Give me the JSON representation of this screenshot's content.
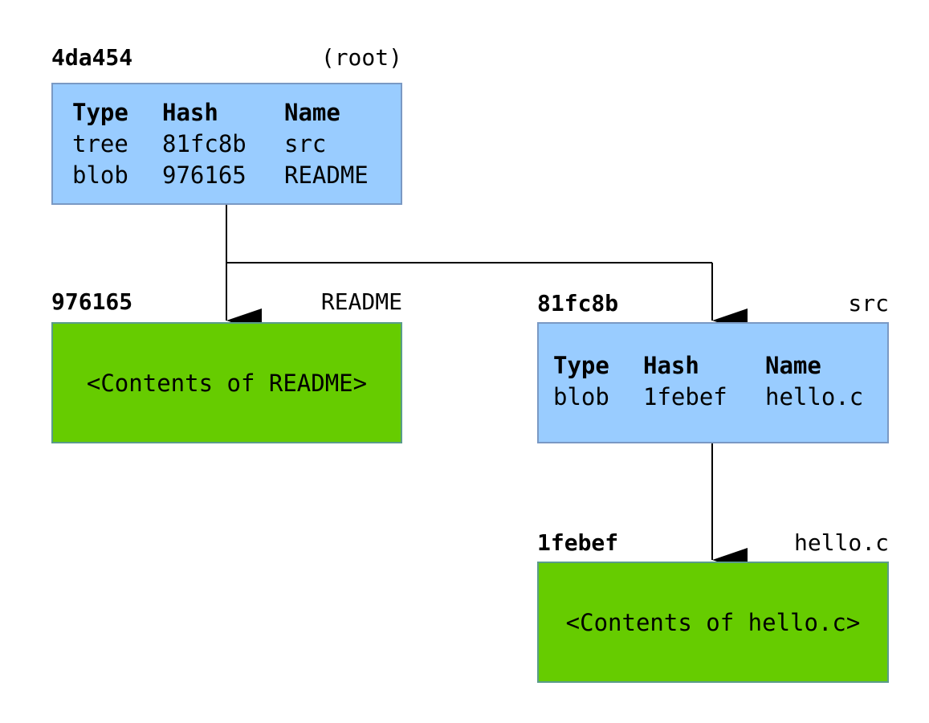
{
  "colors": {
    "tree_fill": "#99ccff",
    "tree_border": "#7a99c4",
    "blob_fill": "#66cc00",
    "blob_border": "#5a9c8a",
    "line": "#000000"
  },
  "table_headers": {
    "type": "Type",
    "hash": "Hash",
    "name": "Name"
  },
  "nodes": {
    "root": {
      "hash": "4da454",
      "label": "(root)",
      "kind": "tree",
      "entries": [
        {
          "type": "tree",
          "hash": "81fc8b",
          "name": "src"
        },
        {
          "type": "blob",
          "hash": "976165",
          "name": "README"
        }
      ]
    },
    "readme": {
      "hash": "976165",
      "label": "README",
      "kind": "blob",
      "contents": "<Contents of README>"
    },
    "src": {
      "hash": "81fc8b",
      "label": "src",
      "kind": "tree",
      "entries": [
        {
          "type": "blob",
          "hash": "1febef",
          "name": "hello.c"
        }
      ]
    },
    "helloc": {
      "hash": "1febef",
      "label": "hello.c",
      "kind": "blob",
      "contents": "<Contents of hello.c>"
    }
  }
}
